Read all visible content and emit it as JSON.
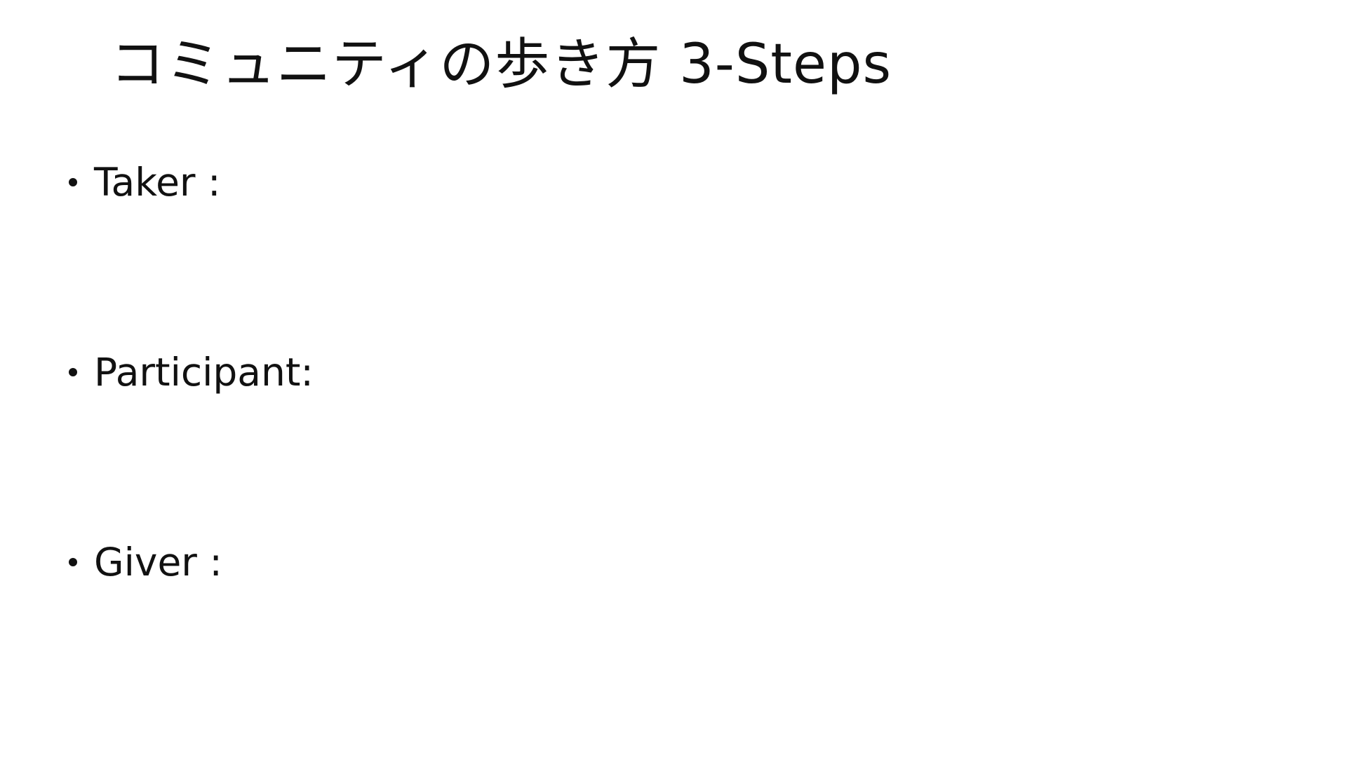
{
  "slide": {
    "title": "コミュニティの歩き方 3-Steps",
    "bullets": [
      {
        "label": "Taker :"
      },
      {
        "label": "Participant:"
      },
      {
        "label": "Giver :"
      }
    ]
  }
}
